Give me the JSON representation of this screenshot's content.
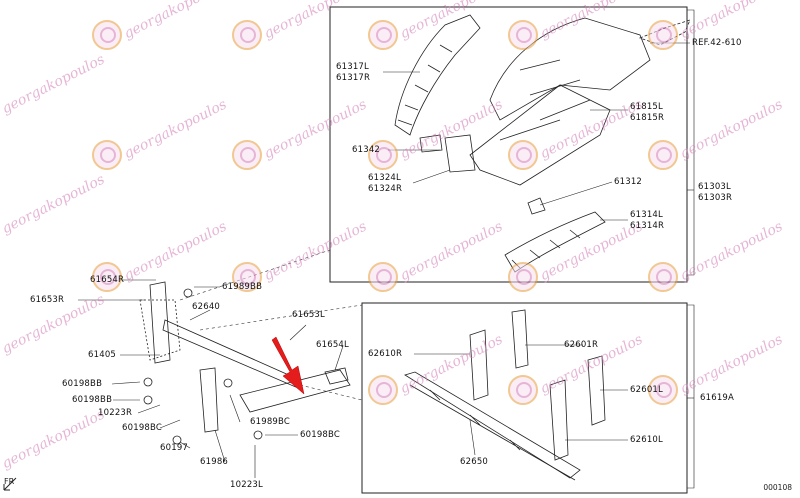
{
  "watermark": {
    "text": "georgakopoulos"
  },
  "footer": {
    "code": "000108",
    "direction": "FR"
  },
  "labels": {
    "ref": "REF.42-610",
    "p61317": "61317L\n61317R",
    "p61815": "61815L\n61815R",
    "p61342": "61342",
    "p61324": "61324L\n61324R",
    "p61312": "61312",
    "p61303": "61303L\n61303R",
    "p61314": "61314L\n61314R",
    "p61654R": "61654R",
    "p61653R": "61653R",
    "p61989BB": "61989BB",
    "p62640": "62640",
    "p61653L": "61653L",
    "p61654L": "61654L",
    "p61405": "61405",
    "p60198BB_1": "60198BB",
    "p60198BB_2": "60198BB",
    "p10223R": "10223R",
    "p60198BC_1": "60198BC",
    "p61989BC": "61989BC",
    "p60198BC_2": "60198BC",
    "p60197": "60197",
    "p61986": "61986",
    "p10223L": "10223L",
    "p62610R": "62610R",
    "p62601R": "62601R",
    "p62601L": "62601L",
    "p61619A": "61619A",
    "p62610L": "62610L",
    "p62650": "62650"
  }
}
